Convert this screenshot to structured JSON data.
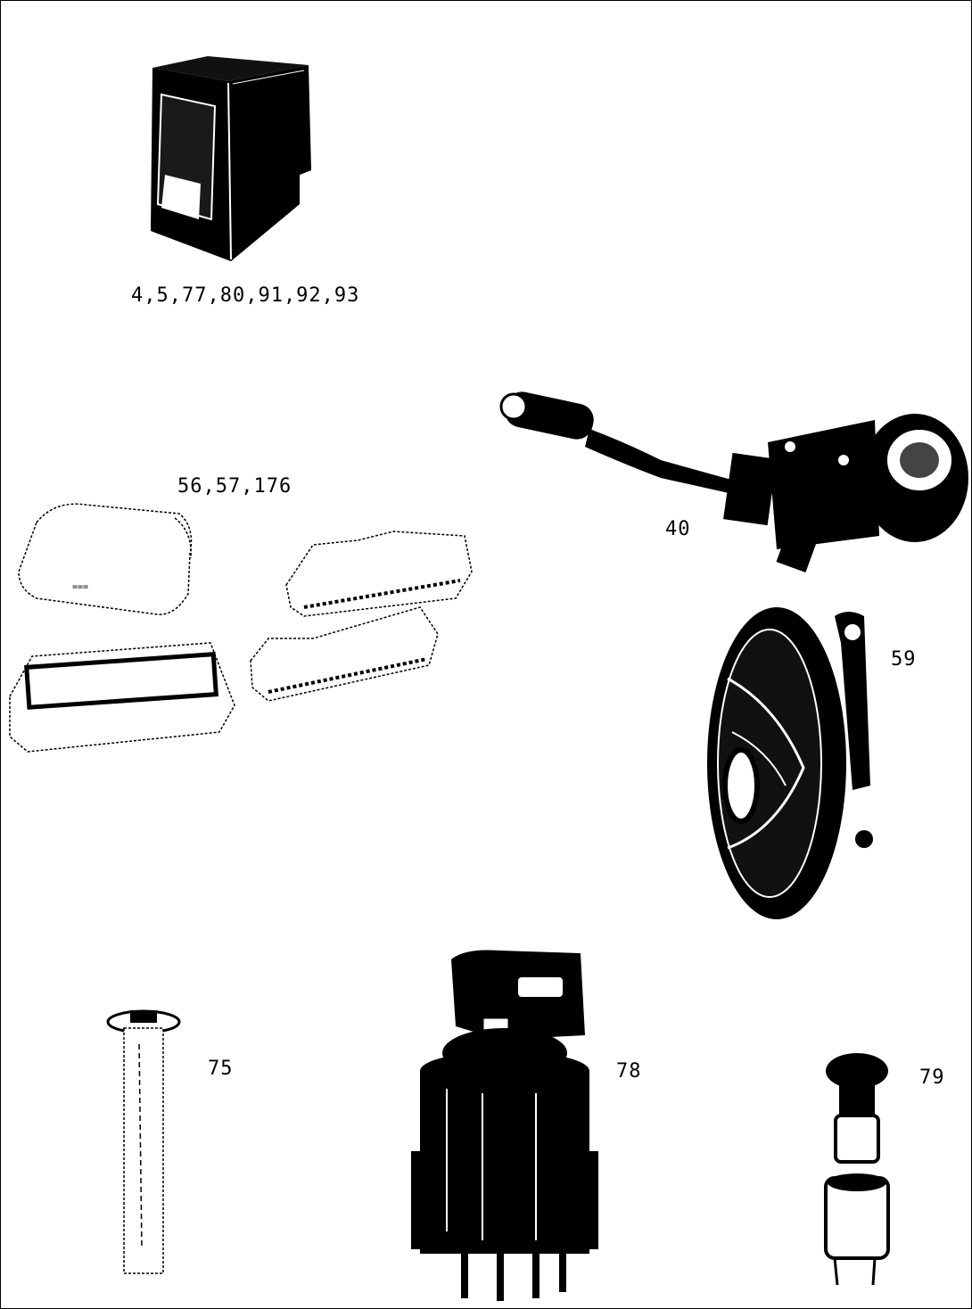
{
  "labels": {
    "rocker_switch": "4,5,77,80,91,92,93",
    "connector": "56,57,176",
    "combination_switch": "40",
    "horn": "59",
    "fuel_sender": "75",
    "key_switch": "78",
    "lighter": "79"
  },
  "colors": {
    "ink": "#000000",
    "paper": "#ffffff"
  }
}
